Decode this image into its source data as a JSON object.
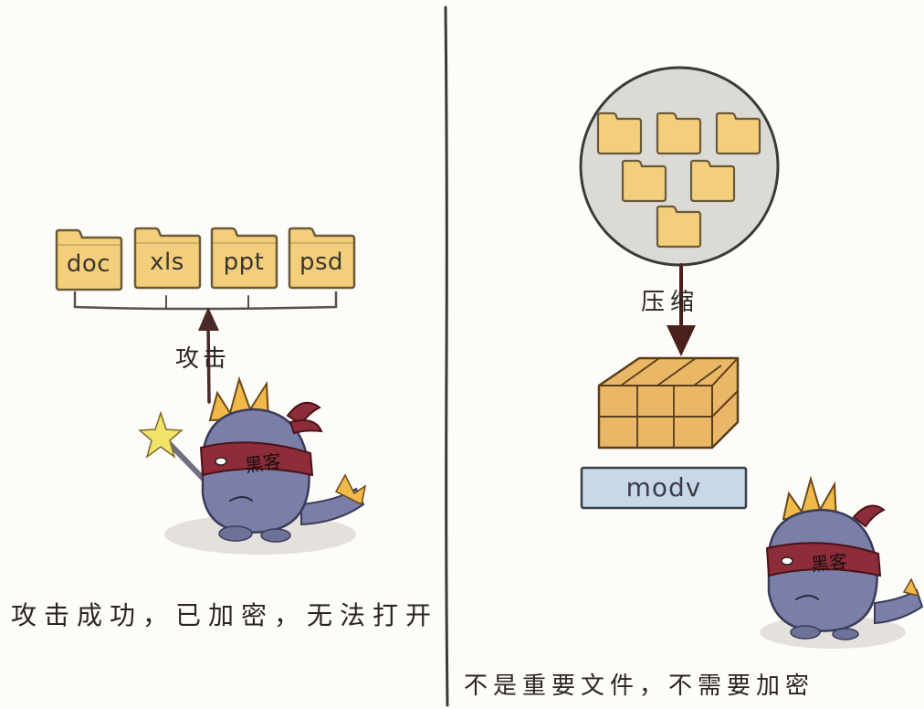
{
  "left_panel": {
    "folders": [
      {
        "label": "doc"
      },
      {
        "label": "xls"
      },
      {
        "label": "ppt"
      },
      {
        "label": "psd"
      }
    ],
    "arrow_label": "攻击",
    "ninja_headband": "黑客",
    "caption": "攻击成功，已加密，无法打开"
  },
  "right_panel": {
    "arrow_label": "压缩",
    "archive_name": "modv",
    "ninja_headband": "黑客",
    "caption": "不是重要文件，不需要加密"
  },
  "colors": {
    "folder_fill": "#f4cf7b",
    "folder_stroke": "#6b5a3a",
    "circle_fill": "#dcdad4",
    "box_fill": "#e9b766",
    "archive_fill": "#c9d8e6",
    "ninja_body": "#7b7fa8",
    "headband": "#8e2d3a",
    "spikes": "#f0b94a",
    "arrow_left": "#4a2a28",
    "arrow_right": "#4a1f1c",
    "divider": "#3b3a3a"
  }
}
